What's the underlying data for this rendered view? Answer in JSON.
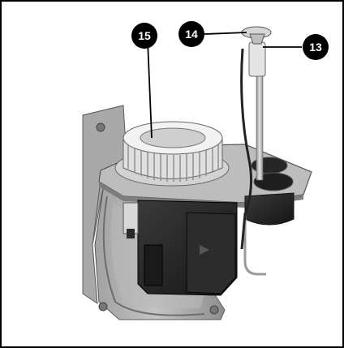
{
  "figure": {
    "callouts": [
      {
        "number": "15",
        "name": "blower-wheel"
      },
      {
        "number": "14",
        "name": "top-cap"
      },
      {
        "number": "13",
        "name": "sensor-rod"
      }
    ]
  }
}
